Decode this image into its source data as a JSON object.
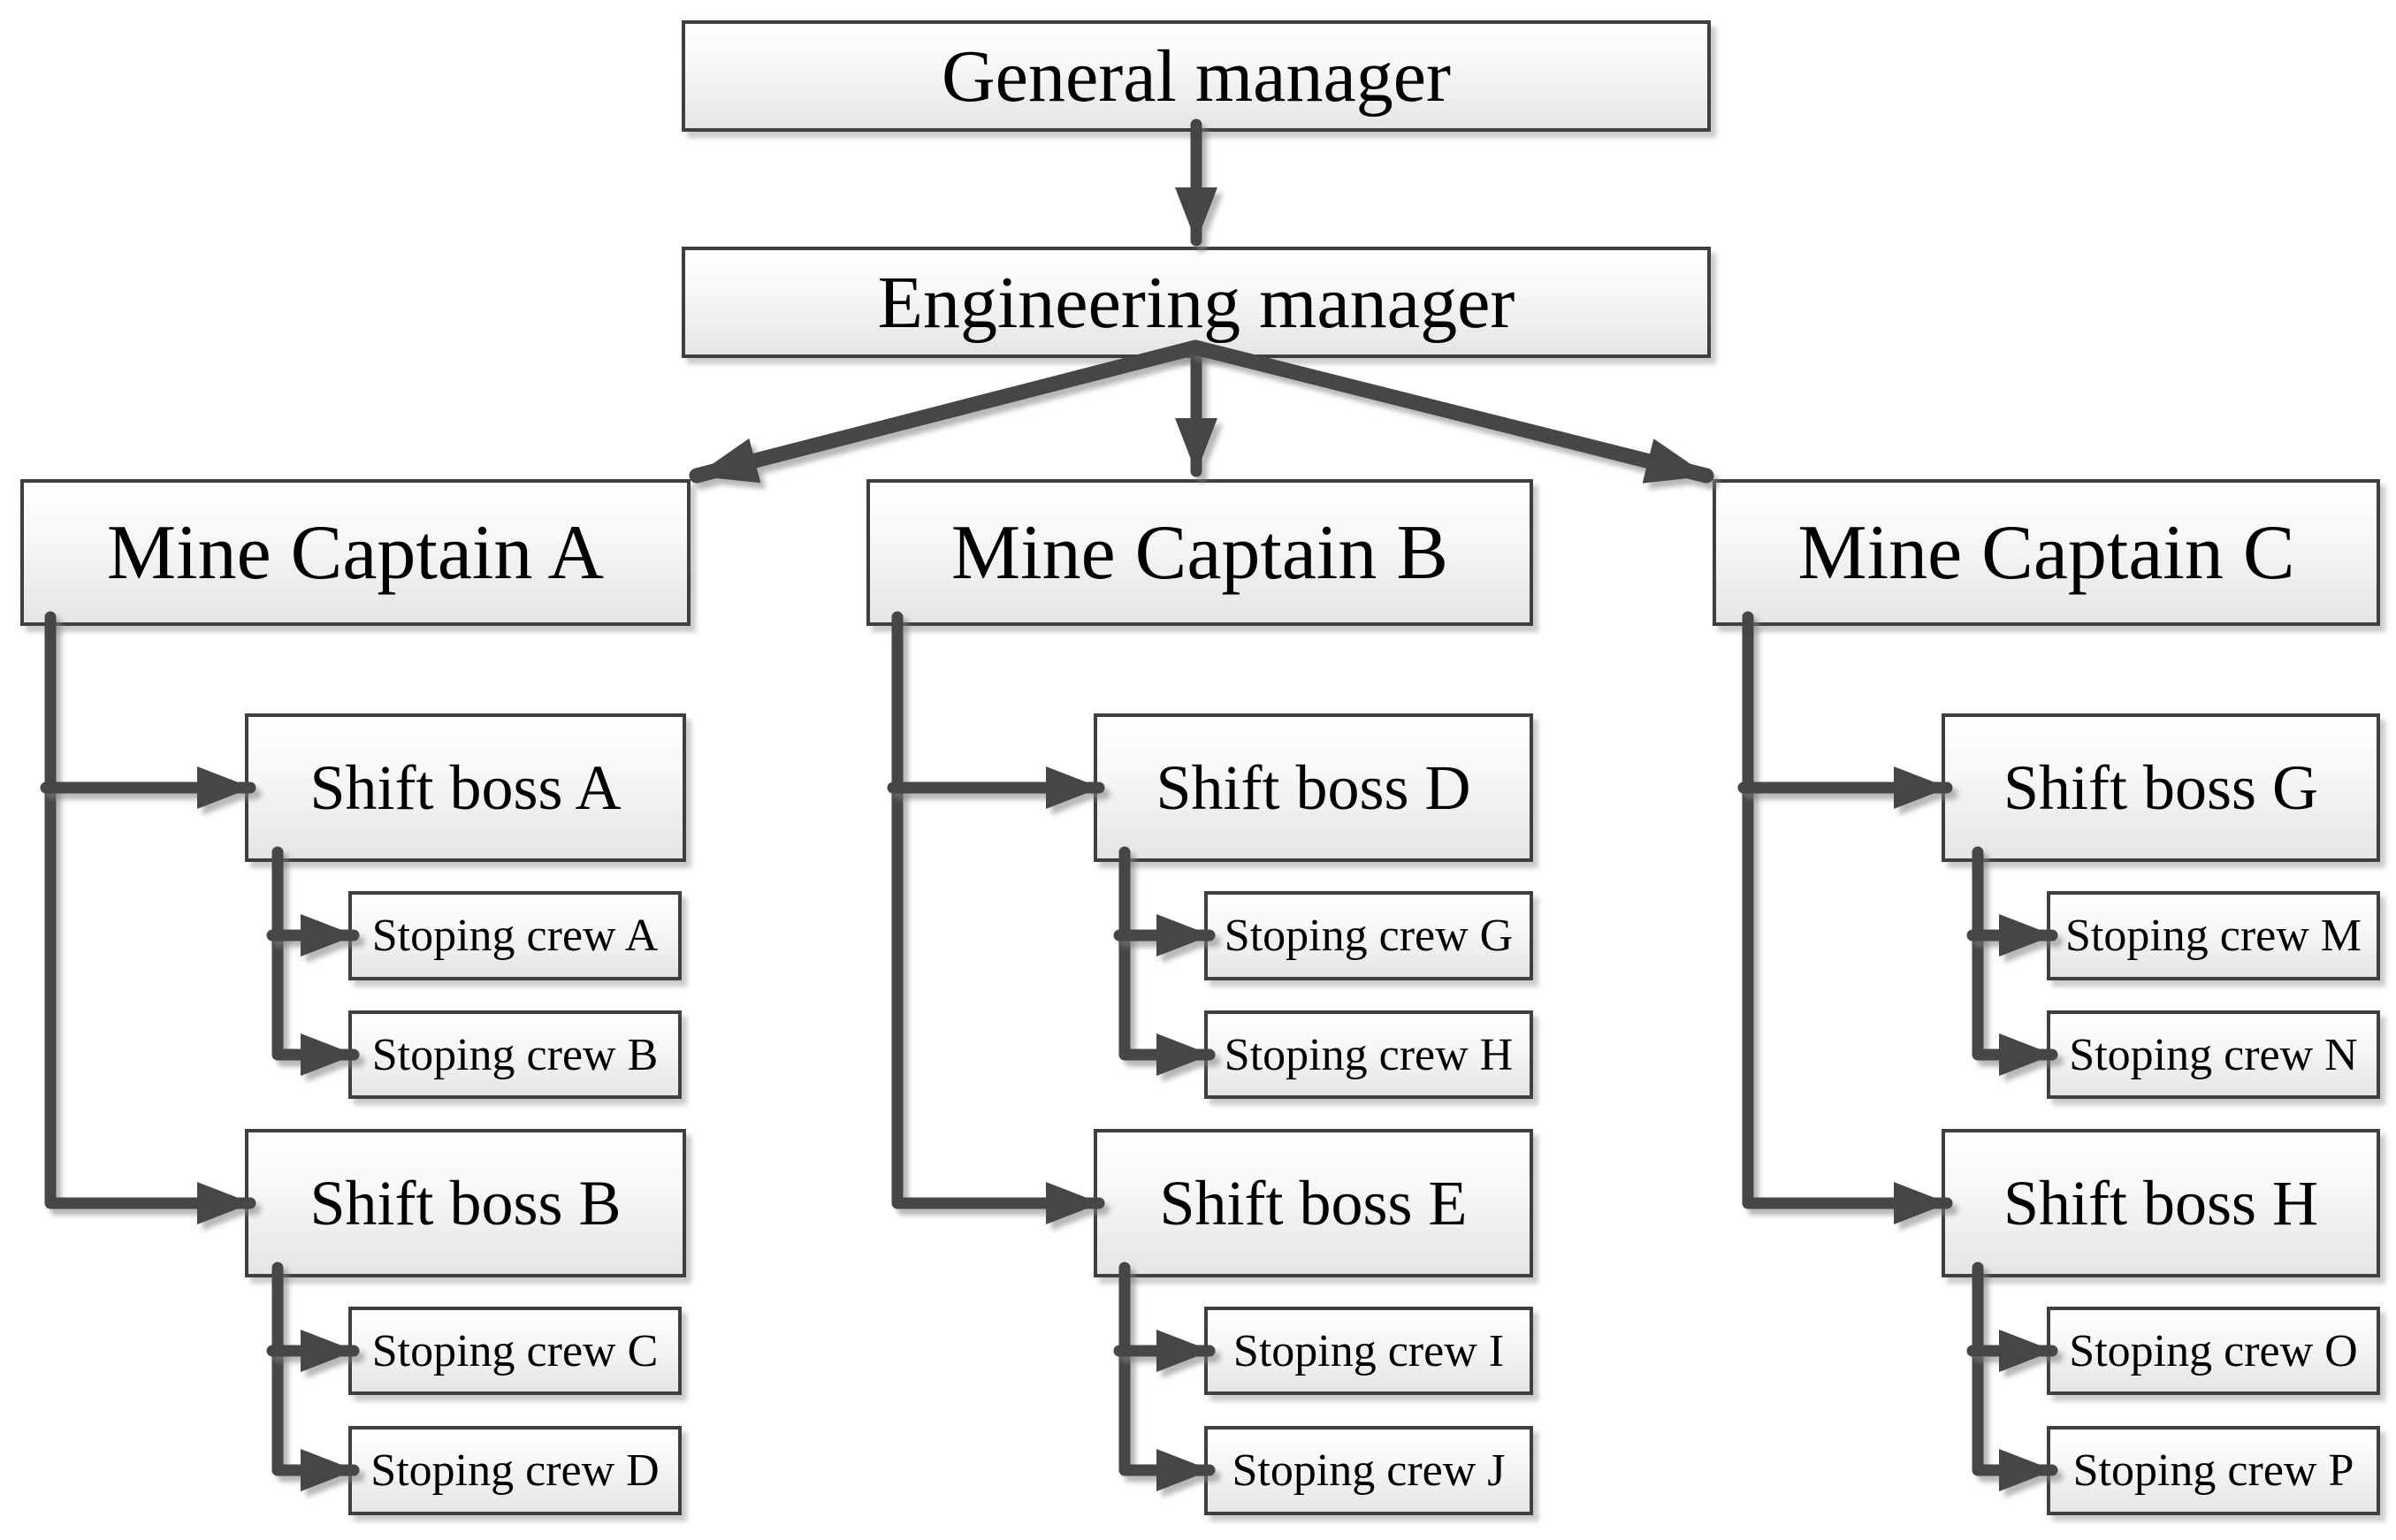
{
  "org": {
    "managers": [
      {
        "id": "general-manager",
        "label": "General manager"
      },
      {
        "id": "engineering-manager",
        "label": "Engineering manager"
      }
    ],
    "captains": [
      {
        "id": "mine-captain-a",
        "label": "Mine Captain A",
        "bosses": [
          {
            "id": "shift-boss-a",
            "label": "Shift boss A",
            "crews": [
              "Stoping crew A",
              "Stoping crew B"
            ]
          },
          {
            "id": "shift-boss-b",
            "label": "Shift boss B",
            "crews": [
              "Stoping crew C",
              "Stoping crew D"
            ]
          }
        ]
      },
      {
        "id": "mine-captain-b",
        "label": "Mine Captain B",
        "bosses": [
          {
            "id": "shift-boss-d",
            "label": "Shift boss D",
            "crews": [
              "Stoping crew G",
              "Stoping crew H"
            ]
          },
          {
            "id": "shift-boss-e",
            "label": "Shift boss E",
            "crews": [
              "Stoping crew I",
              "Stoping crew J"
            ]
          }
        ]
      },
      {
        "id": "mine-captain-c",
        "label": "Mine Captain C",
        "bosses": [
          {
            "id": "shift-boss-g",
            "label": "Shift boss G",
            "crews": [
              "Stoping crew M",
              "Stoping crew N"
            ]
          },
          {
            "id": "shift-boss-h",
            "label": "Shift boss H",
            "crews": [
              "Stoping crew O",
              "Stoping crew P"
            ]
          }
        ]
      }
    ],
    "edges": [
      {
        "from": "general-manager",
        "to": "engineering-manager"
      },
      {
        "from": "engineering-manager",
        "to": "mine-captain-a"
      },
      {
        "from": "engineering-manager",
        "to": "mine-captain-b"
      },
      {
        "from": "engineering-manager",
        "to": "mine-captain-c"
      },
      {
        "from": "mine-captain-a",
        "to": "shift-boss-a"
      },
      {
        "from": "mine-captain-a",
        "to": "shift-boss-b"
      },
      {
        "from": "shift-boss-a",
        "to": "stoping-crew-a"
      },
      {
        "from": "shift-boss-a",
        "to": "stoping-crew-b"
      },
      {
        "from": "shift-boss-b",
        "to": "stoping-crew-c"
      },
      {
        "from": "shift-boss-b",
        "to": "stoping-crew-d"
      },
      {
        "from": "mine-captain-b",
        "to": "shift-boss-d"
      },
      {
        "from": "mine-captain-b",
        "to": "shift-boss-e"
      },
      {
        "from": "shift-boss-d",
        "to": "stoping-crew-g"
      },
      {
        "from": "shift-boss-d",
        "to": "stoping-crew-h"
      },
      {
        "from": "shift-boss-e",
        "to": "stoping-crew-i"
      },
      {
        "from": "shift-boss-e",
        "to": "stoping-crew-j"
      },
      {
        "from": "mine-captain-c",
        "to": "shift-boss-g"
      },
      {
        "from": "mine-captain-c",
        "to": "shift-boss-h"
      },
      {
        "from": "shift-boss-g",
        "to": "stoping-crew-m"
      },
      {
        "from": "shift-boss-g",
        "to": "stoping-crew-n"
      },
      {
        "from": "shift-boss-h",
        "to": "stoping-crew-o"
      },
      {
        "from": "shift-boss-h",
        "to": "stoping-crew-p"
      }
    ],
    "colors": {
      "line": "#464646",
      "box_border": "#3f3f3f",
      "box_fill_top": "#ffffff",
      "box_fill_bottom": "#e5e5e5",
      "shadow": "#c9c9c9",
      "text": "#000000"
    }
  }
}
